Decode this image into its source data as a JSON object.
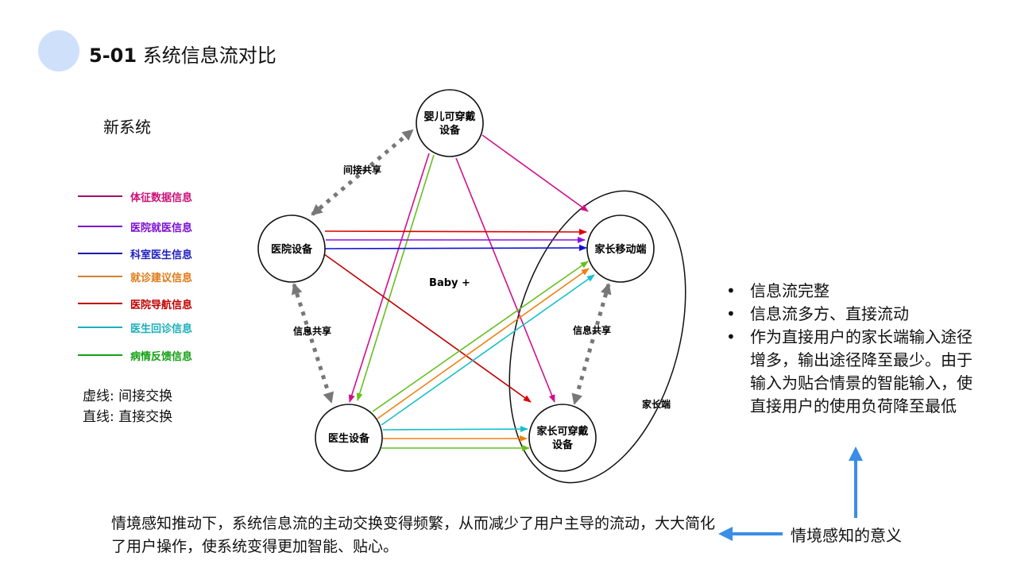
{
  "header": {
    "number": "5-01",
    "title": "系统信息流对比"
  },
  "section_label": "新系统",
  "legend": [
    {
      "label": "体征数据信息",
      "color": "#cc1177"
    },
    {
      "label": "医院就医信息",
      "color": "#7a10d0"
    },
    {
      "label": "科室医生信息",
      "color": "#1a1aa8"
    },
    {
      "label": "就诊建议信息",
      "color": "#e07a18"
    },
    {
      "label": "医院导航信息",
      "color": "#c00000"
    },
    {
      "label": "医生回诊信息",
      "color": "#1ab0b8"
    },
    {
      "label": "病情反馈信息",
      "color": "#14a014"
    }
  ],
  "line_notes": [
    "虚线: 间接交换",
    "直线: 直接交换"
  ],
  "diagram": {
    "nodes": {
      "baby": [
        "婴儿可穿戴",
        "设备"
      ],
      "hospital": "医院设备",
      "mobile": "家长移动端",
      "doctor": "医生设备",
      "parent_wear": [
        "家长可穿戴",
        "设备"
      ]
    },
    "center": "Baby +",
    "share_labels": {
      "indirect": "间接共享",
      "left": "信息共享",
      "right": "信息共享"
    },
    "group_label": "家长端"
  },
  "bullets": [
    "信息流完整",
    "信息流多方、直接流动",
    "作为直接用户的家长端输入途径增多，输出途径降至最少。由于输入为贴合情景的智能输入，使直接用户的使用负荷降至最低"
  ],
  "bottom_text": "情境感知推动下，系统信息流的主动交换变得频繁，从而减少了用户主导的流动，大大简化了用户操作，使系统变得更加智能、贴心。",
  "meaning_label": "情境感知的意义",
  "colors": {
    "accent_arrow": "#3a8ee6",
    "dashed": "#777777"
  }
}
